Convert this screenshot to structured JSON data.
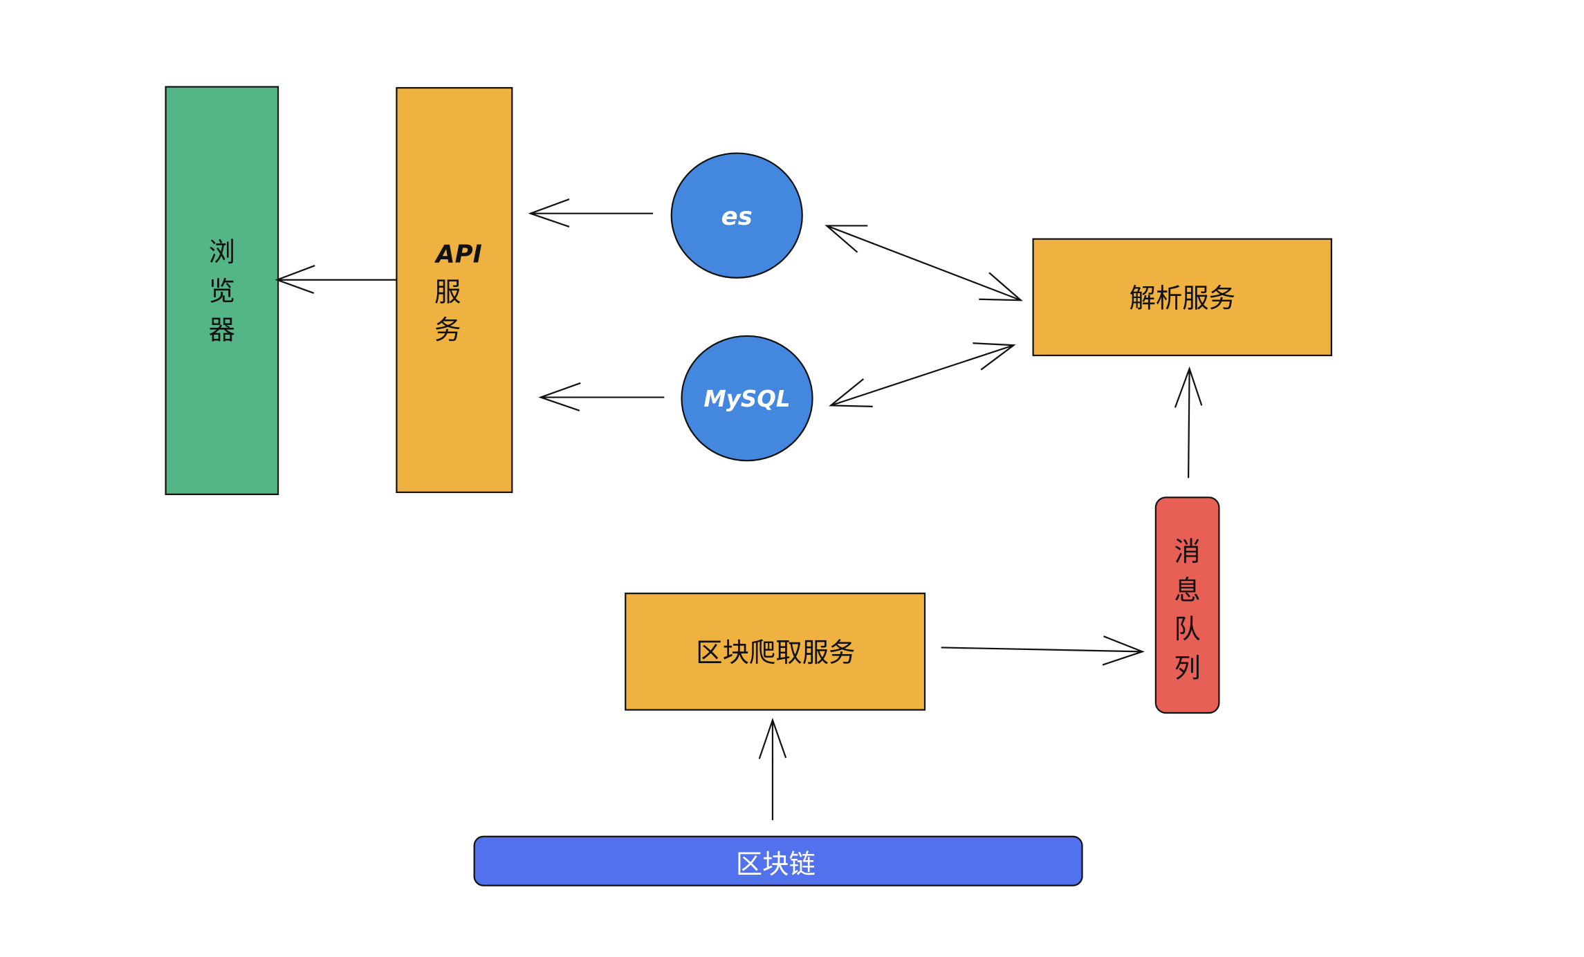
{
  "nodes": {
    "browser": {
      "label": [
        "浏",
        "览",
        "器"
      ],
      "color": "#54b586"
    },
    "api": {
      "label": [
        "API",
        "服",
        "务"
      ],
      "color": "#efb13f"
    },
    "es": {
      "label": "es",
      "color": "#4388de"
    },
    "mysql": {
      "label": "MySQL",
      "color": "#4388de"
    },
    "parser": {
      "label": "解析服务",
      "color": "#efb13f"
    },
    "queue": {
      "label": [
        "消",
        "息",
        "队",
        "列"
      ],
      "color": "#e85f55"
    },
    "crawler": {
      "label": "区块爬取服务",
      "color": "#efb13f"
    },
    "blockchain": {
      "label": "区块链",
      "color": "#5271ed"
    }
  },
  "edges": [
    {
      "from": "api",
      "to": "browser"
    },
    {
      "from": "es",
      "to": "api"
    },
    {
      "from": "mysql",
      "to": "api"
    },
    {
      "from": "es",
      "to": "parser",
      "bidirectional": true
    },
    {
      "from": "mysql",
      "to": "parser",
      "bidirectional": true
    },
    {
      "from": "queue",
      "to": "parser"
    },
    {
      "from": "crawler",
      "to": "queue"
    },
    {
      "from": "blockchain",
      "to": "crawler"
    }
  ]
}
